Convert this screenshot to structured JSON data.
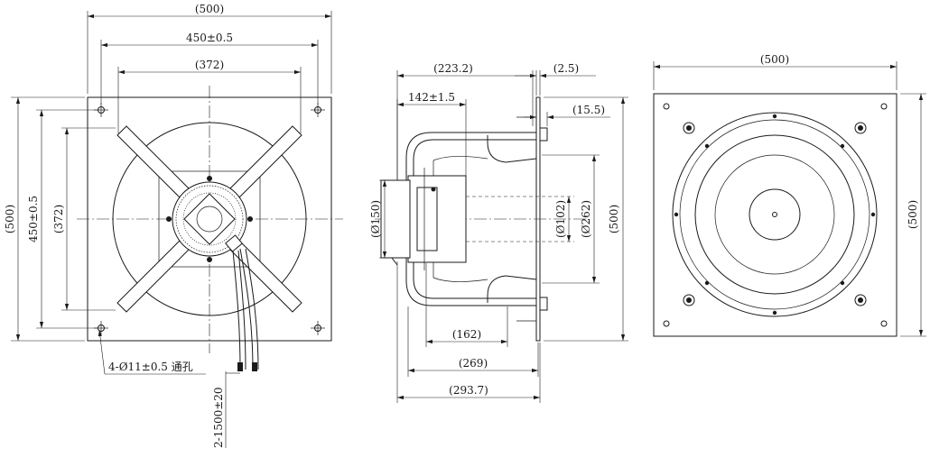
{
  "front_view": {
    "dims": {
      "overall_width": "(500)",
      "hole_pitch_h": "450±0.5",
      "guard_width": "(372)",
      "overall_height": "(500)",
      "hole_pitch_v": "450±0.5",
      "guard_height": "(372)"
    },
    "hole_note": "4-Ø11±0.5 通孔",
    "cable_note": "2-1500±20"
  },
  "side_view": {
    "dims": {
      "depth_223": "(223.2)",
      "flange_2_5": "(2.5)",
      "motor_142": "142±1.5",
      "inset_15_5": "(15.5)",
      "dia_150": "(Ø150)",
      "dia_102": "(Ø102)",
      "dia_262": "(Ø262)",
      "height_500": "(500)",
      "len_162": "(162)",
      "len_269": "(269)",
      "len_293": "(293.7)"
    }
  },
  "rear_view": {
    "dims": {
      "width": "(500)",
      "height": "(500)"
    }
  },
  "colors": {
    "line": "#1a1a1a",
    "paper": "#ffffff"
  }
}
